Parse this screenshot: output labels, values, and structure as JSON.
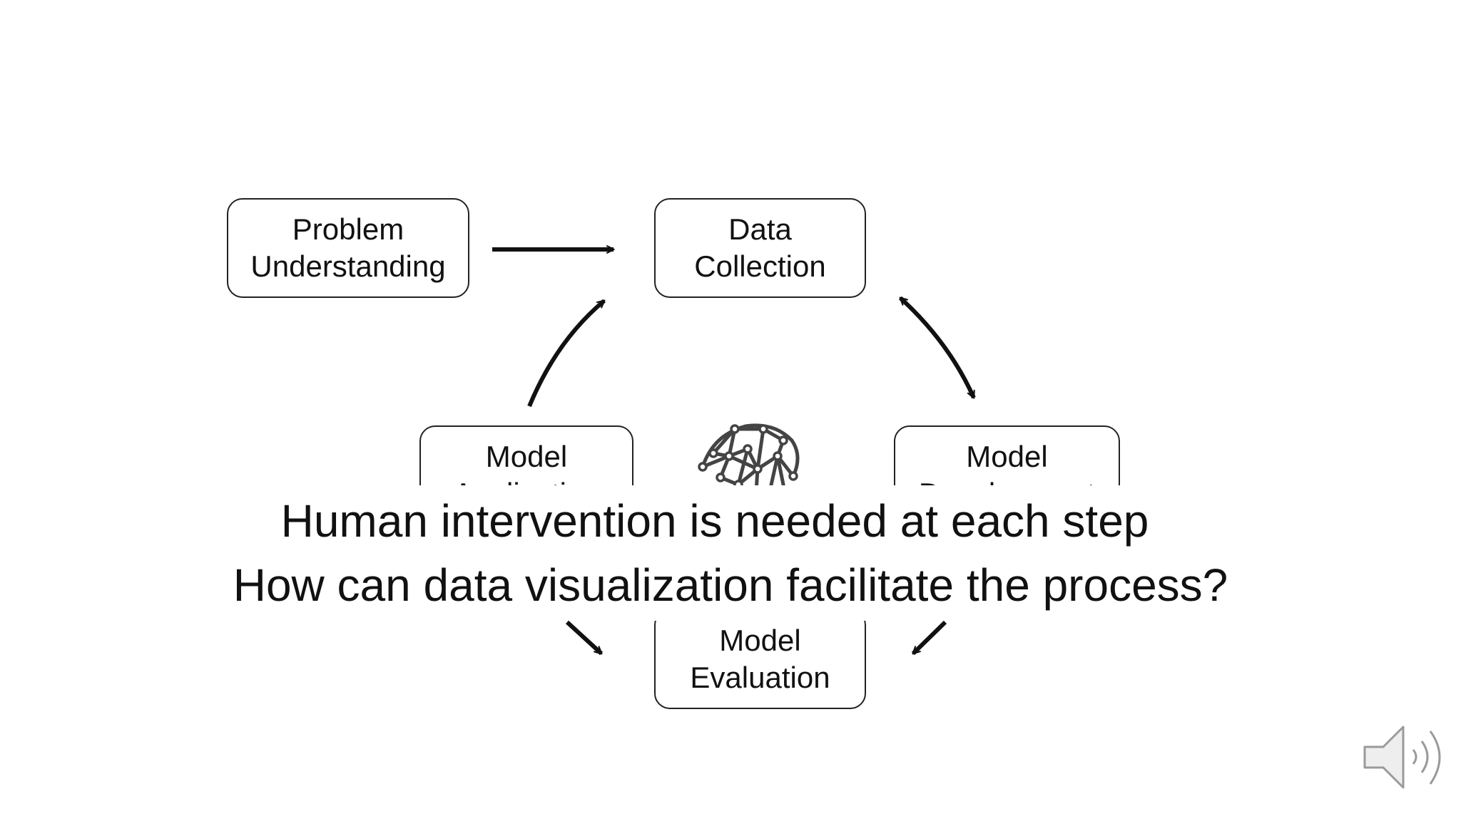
{
  "diagram": {
    "nodes": {
      "problem": {
        "line1": "Problem",
        "line2": "Understanding"
      },
      "data": {
        "line1": "Data",
        "line2": "Collection"
      },
      "application": {
        "line1": "Model",
        "line2": "Application"
      },
      "development": {
        "line1": "Model",
        "line2": "Development"
      },
      "evaluation": {
        "line1": "Model",
        "line2": "Evaluation"
      }
    },
    "center_icon": "brain-network-icon"
  },
  "captions": {
    "line1": "Human intervention is needed at each step",
    "line2": "How can data visualization facilitate the process?"
  },
  "controls": {
    "audio_icon": "speaker-icon"
  }
}
